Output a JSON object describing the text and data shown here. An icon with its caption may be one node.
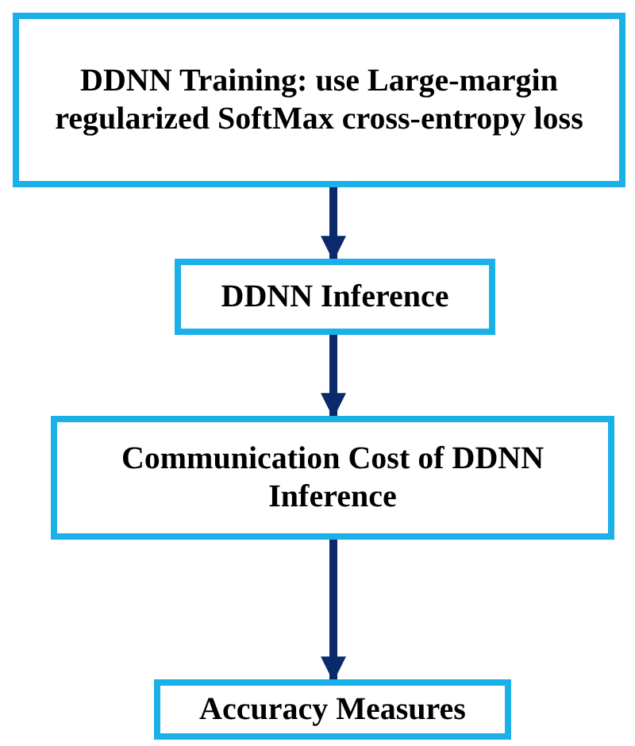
{
  "diagram": {
    "nodes": [
      {
        "text": [
          "DDNN Training: use Large-margin regularized SoftMax cross-entropy loss"
        ]
      },
      {
        "text": [
          "DDNN Inference"
        ]
      },
      {
        "text": [
          "Communication Cost of DDNN Inference"
        ]
      },
      {
        "text": [
          "Accuracy Measures"
        ]
      }
    ],
    "edges": [
      {
        "from": 0,
        "to": 1,
        "arrow": "to"
      },
      {
        "from": 1,
        "to": 2,
        "arrow": "to"
      },
      {
        "from": 2,
        "to": 3,
        "arrow": "to"
      }
    ]
  }
}
